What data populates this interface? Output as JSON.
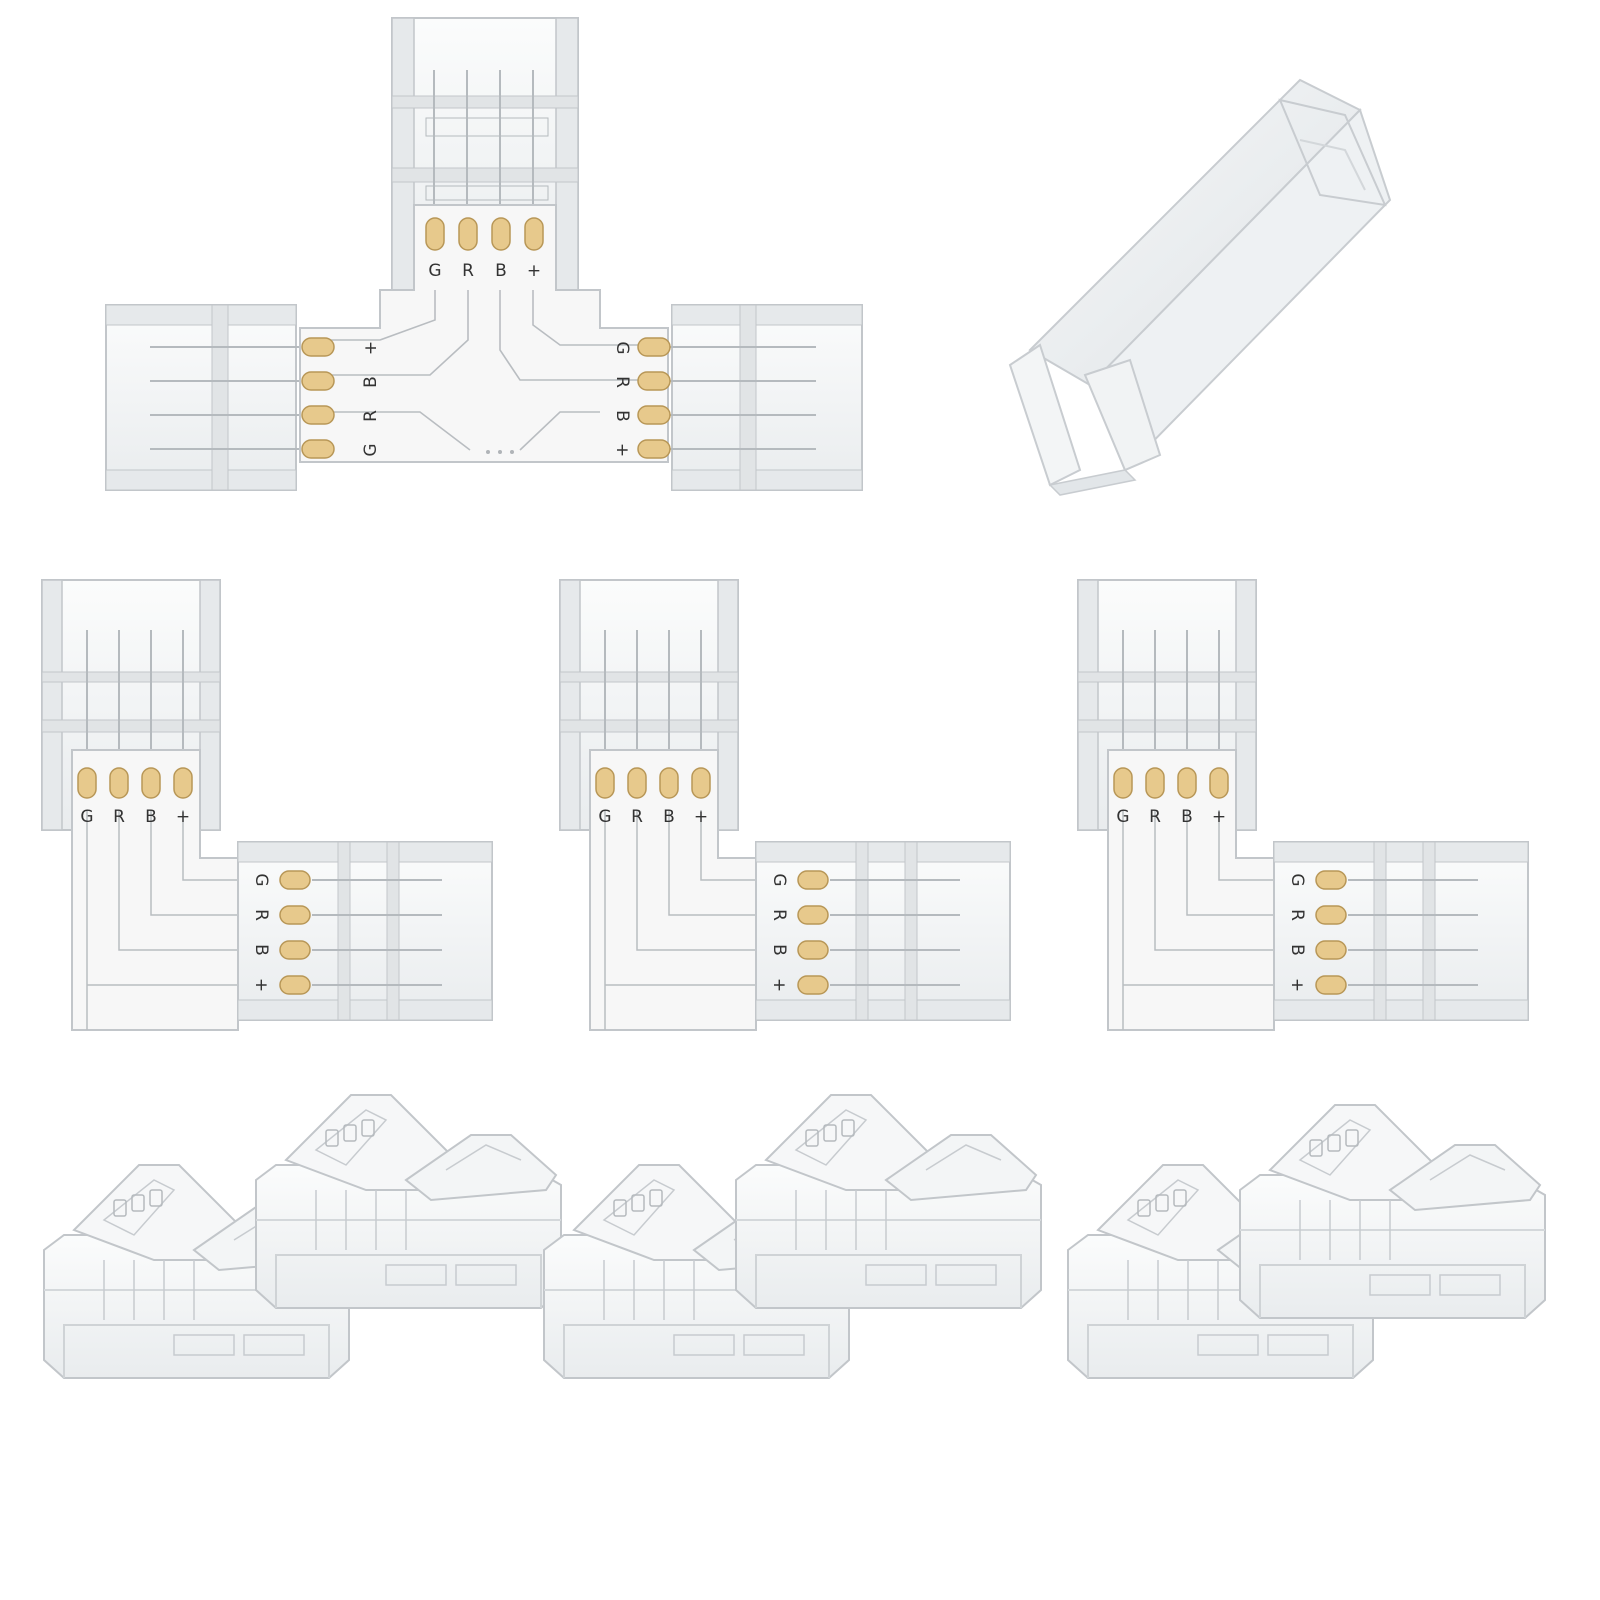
{
  "pin_labels": [
    "G",
    "R",
    "B",
    "+"
  ],
  "colors": {
    "background": "#ffffff",
    "plastic_fill": "#f4f6f7",
    "plastic_stroke": "#c2c6ca",
    "plastic_dark": "#9aa0a6",
    "pcb_fill": "#f7f7f7",
    "gold_pin": "#e7c98c",
    "gold_pin_stroke": "#b89757",
    "trace": "#b9bdc1"
  },
  "components": {
    "t_connector_count": 1,
    "l_connector_count": 3,
    "straight_connector_count": 6,
    "clip_count": 1
  }
}
